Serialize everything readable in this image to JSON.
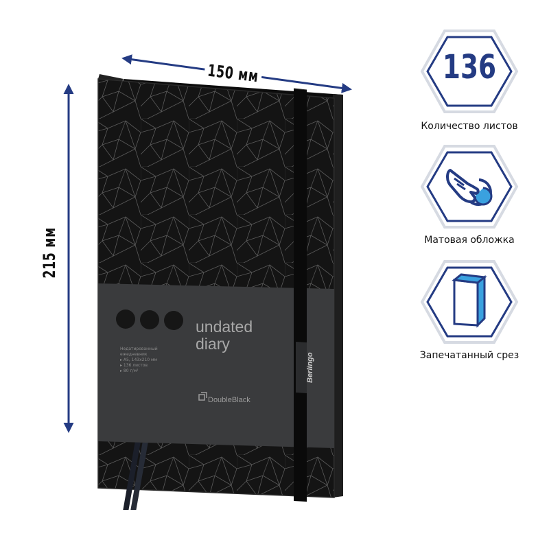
{
  "dimensions": {
    "width_label": "150 мм",
    "height_label": "215 мм"
  },
  "product": {
    "title_line1": "undated",
    "title_line2": "diary",
    "spec_lines": [
      "Недатированный",
      "ежедневник",
      "▸ А5, 143x210 мм",
      "▸ 136 листов",
      "▸ 80 г/м²"
    ],
    "series": "DoubleBlack",
    "brand": "Berlingo"
  },
  "features": [
    {
      "icon": "page-count-badge",
      "value": "136",
      "label": "Количество листов"
    },
    {
      "icon": "touch-hand-icon",
      "label": "Матовая обложка"
    },
    {
      "icon": "book-edge-icon",
      "label": "Запечатанный срез"
    }
  ],
  "colors": {
    "accent_navy": "#243b83",
    "icon_blue": "#3aa1df",
    "hex_border": "#d6dae2",
    "cover_black": "#141414",
    "band_gray": "#3a3b3d"
  }
}
